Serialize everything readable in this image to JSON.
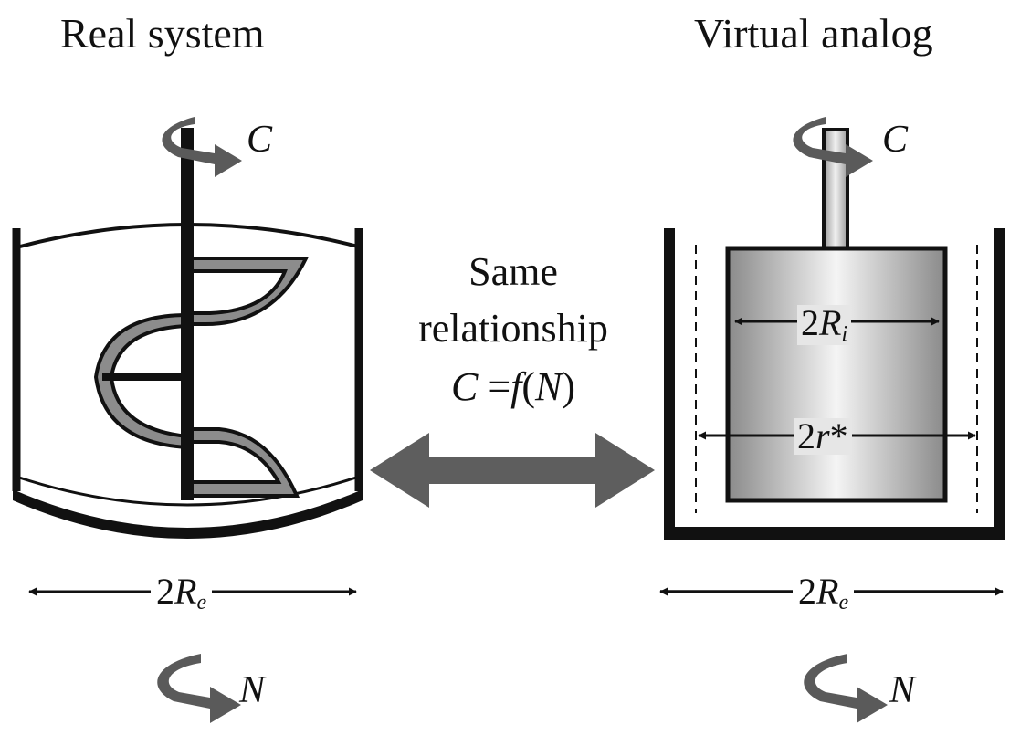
{
  "titles": {
    "left": "Real system",
    "right": "Virtual analog"
  },
  "center": {
    "line1": "Same",
    "line2": "relationship",
    "eq_c": "C",
    "eq_mid": " =",
    "eq_f": "f",
    "eq_open": "(",
    "eq_n": "N",
    "eq_close": ")"
  },
  "labels": {
    "torque": "C",
    "speed": "N",
    "dim_outer_prefix": "2",
    "dim_outer_var": "R",
    "dim_outer_sub": "e",
    "dim_inner_prefix": "2",
    "dim_inner_var": "R",
    "dim_inner_sub": "i",
    "dim_star_prefix": "2",
    "dim_star_var": "r",
    "dim_star_suffix": "*"
  },
  "colors": {
    "ink": "#111111",
    "rotation_arrow": "#5a5a5a",
    "double_arrow": "#5e5e5e",
    "ribbon_fill": "#8c8c8c",
    "cylinder_light": "#f4f4f4",
    "cylinder_dark": "#8a8a8a"
  }
}
